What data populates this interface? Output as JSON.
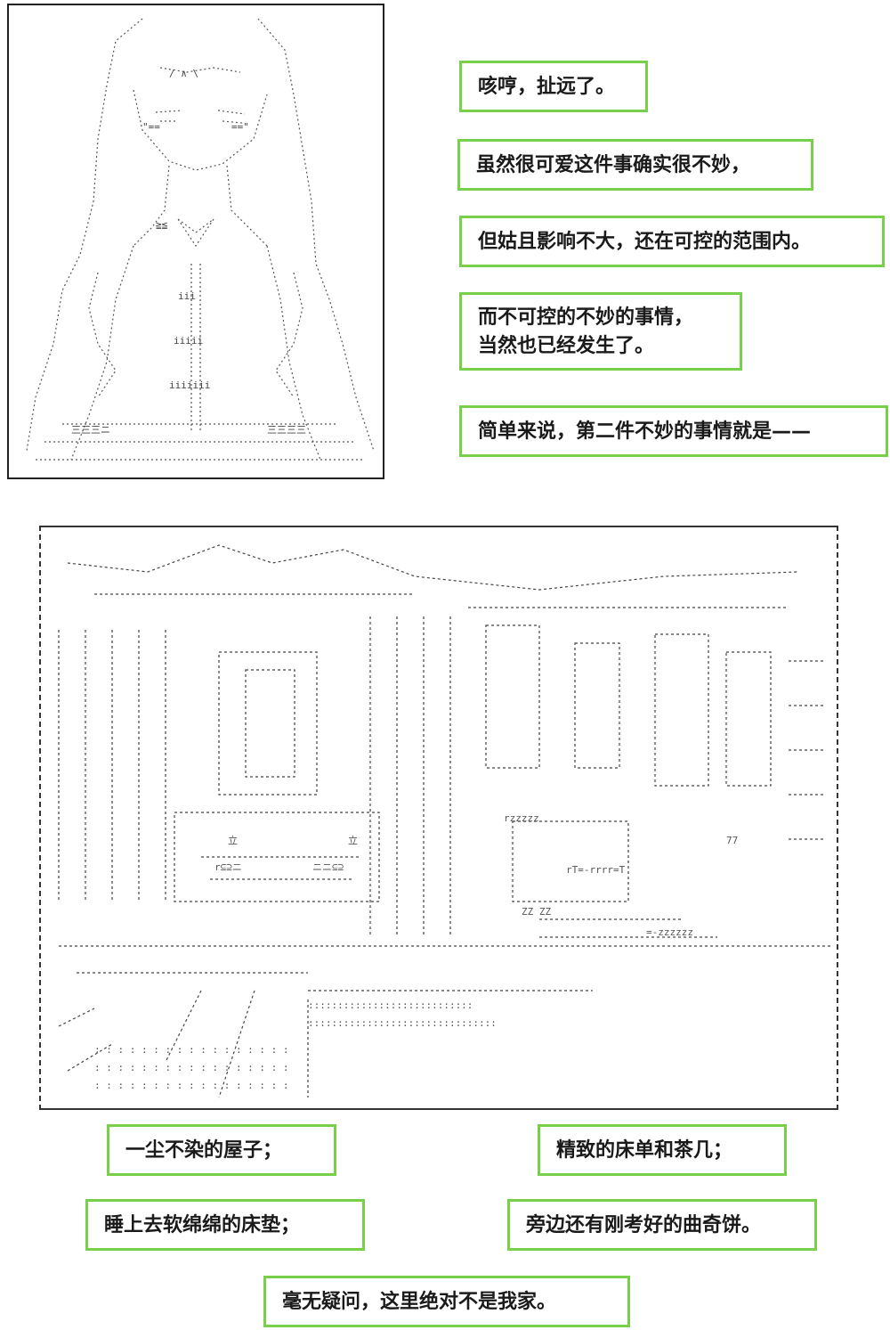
{
  "panels": {
    "top": {
      "description_icon": "ascii-art-girl-icon"
    },
    "bottom": {
      "description_icon": "ascii-art-bedroom-icon"
    }
  },
  "captions": {
    "c1": "咳哼，扯远了。",
    "c2": "虽然很可爱这件事确实很不妙，",
    "c3": "但姑且影响不大，还在可控的范围内。",
    "c4_line1": "而不可控的不妙的事情，",
    "c4_line2": "当然也已经发生了。",
    "c5": "简单来说，第二件不妙的事情就是——",
    "c6": "一尘不染的屋子；",
    "c7": "精致的床单和茶几；",
    "c8": "睡上去软绵绵的床垫；",
    "c9": "旁边还有刚考好的曲奇饼。",
    "c10": "毫无疑问，这里绝对不是我家。"
  },
  "colors": {
    "bubble_border": "#78d04a",
    "ink": "#222222"
  }
}
